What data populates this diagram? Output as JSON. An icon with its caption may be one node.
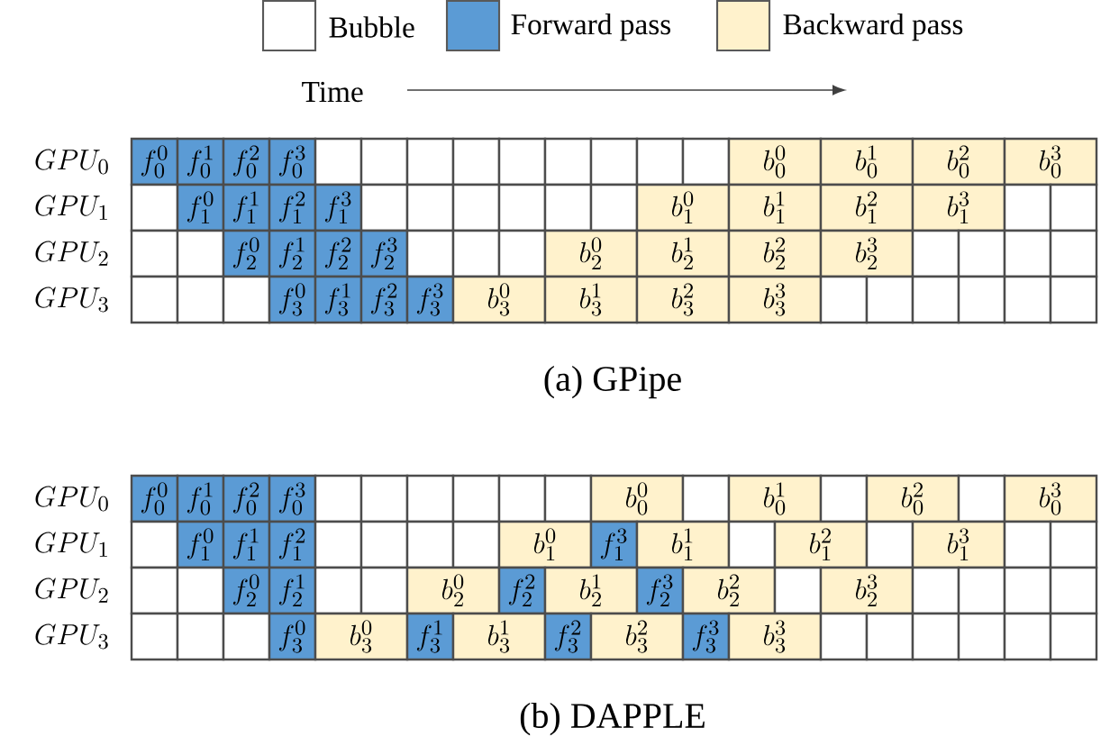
{
  "diagram": {
    "nodes": [
      {
        "text": [
          "f_0^0"
        ]
      },
      {
        "text": [
          "f_0^1"
        ]
      },
      {
        "text": [
          "f_0^2"
        ]
      },
      {
        "text": [
          "f_0^3"
        ]
      },
      {
        "text": [],
        "shape": "box"
      },
      {
        "text": [],
        "shape": "box"
      },
      {
        "text": [],
        "shape": "box"
      },
      {
        "text": [],
        "shape": "box"
      },
      {
        "text": [],
        "shape": "box"
      },
      {
        "text": [],
        "shape": "box"
      },
      {
        "text": [],
        "shape": "box"
      },
      {
        "text": [],
        "shape": "box"
      },
      {
        "text": [],
        "shape": "box"
      },
      {
        "text": [
          "b_0^0"
        ]
      },
      {
        "text": [
          "b_0^1"
        ]
      },
      {
        "text": [
          "b_0^2"
        ]
      },
      {
        "text": [
          "b_0^3"
        ]
      },
      {
        "text": [],
        "shape": "box"
      },
      {
        "text": [
          "f_1^0"
        ]
      },
      {
        "text": [
          "f_1^1"
        ]
      },
      {
        "text": [
          "f_1^2"
        ]
      },
      {
        "text": [
          "f_1^3"
        ]
      },
      {
        "text": [],
        "shape": "box"
      },
      {
        "text": [],
        "shape": "box"
      },
      {
        "text": [],
        "shape": "box"
      },
      {
        "text": [],
        "shape": "box"
      },
      {
        "text": [],
        "shape": "box"
      },
      {
        "text": [],
        "shape": "box"
      },
      {
        "text": [
          "b_1^0"
        ]
      },
      {
        "text": [
          "b_1^1"
        ]
      },
      {
        "text": [
          "b_1^2"
        ]
      },
      {
        "text": [
          "b_1^3"
        ]
      },
      {
        "text": [],
        "shape": "box"
      },
      {
        "text": [],
        "shape": "box"
      },
      {
        "text": [],
        "shape": "box"
      },
      {
        "text": [],
        "shape": "box"
      },
      {
        "text": [
          "f_2^0"
        ]
      },
      {
        "text": [
          "f_2^1"
        ]
      },
      {
        "text": [
          "f_2^2"
        ]
      },
      {
        "text": [
          "f_2^3"
        ]
      },
      {
        "text": [],
        "shape": "box"
      },
      {
        "text": [],
        "shape": "box"
      },
      {
        "text": [],
        "shape": "box"
      },
      {
        "text": [
          "b_2^0"
        ]
      },
      {
        "text": [
          "b_2^1"
        ]
      },
      {
        "text": [
          "b_2^2"
        ]
      },
      {
        "text": [
          "b_2^3"
        ]
      },
      {
        "text": [],
        "shape": "box"
      },
      {
        "text": [],
        "shape": "box"
      },
      {
        "text": [],
        "shape": "box"
      },
      {
        "text": [],
        "shape": "box"
      },
      {
        "text": [],
        "shape": "box"
      },
      {
        "text": [],
        "shape": "box"
      },
      {
        "text": [],
        "shape": "box"
      },
      {
        "text": [
          "f_3^0"
        ]
      },
      {
        "text": [
          "f_3^1"
        ]
      },
      {
        "text": [
          "f_3^2"
        ]
      },
      {
        "text": [
          "f_3^3"
        ]
      },
      {
        "text": [
          "b_3^0"
        ]
      },
      {
        "text": [
          "b_3^1"
        ]
      },
      {
        "text": [
          "b_3^2"
        ]
      },
      {
        "text": [
          "b_3^3"
        ]
      },
      {
        "text": [],
        "shape": "box"
      },
      {
        "text": [],
        "shape": "box"
      },
      {
        "text": [],
        "shape": "box"
      },
      {
        "text": [],
        "shape": "box"
      },
      {
        "text": [],
        "shape": "box"
      },
      {
        "text": [],
        "shape": "box"
      },
      {
        "text": [
          "f_0^0"
        ]
      },
      {
        "text": [
          "f_0^1"
        ]
      },
      {
        "text": [
          "f_0^2"
        ]
      },
      {
        "text": [
          "f_0^3"
        ]
      },
      {
        "text": [],
        "shape": "box"
      },
      {
        "text": [],
        "shape": "box"
      },
      {
        "text": [],
        "shape": "box"
      },
      {
        "text": [],
        "shape": "box"
      },
      {
        "text": [],
        "shape": "box"
      },
      {
        "text": [],
        "shape": "box"
      },
      {
        "text": [
          "b_0^0"
        ]
      },
      {
        "text": [],
        "shape": "box"
      },
      {
        "text": [
          "b_0^1"
        ]
      },
      {
        "text": [],
        "shape": "box"
      },
      {
        "text": [
          "b_0^2"
        ]
      },
      {
        "text": [],
        "shape": "box"
      },
      {
        "text": [
          "b_0^3"
        ]
      },
      {
        "text": [],
        "shape": "box"
      },
      {
        "text": [
          "f_1^0"
        ]
      },
      {
        "text": [
          "f_1^1"
        ]
      },
      {
        "text": [
          "f_1^2"
        ]
      },
      {
        "text": [],
        "shape": "box"
      },
      {
        "text": [],
        "shape": "box"
      },
      {
        "text": [],
        "shape": "box"
      },
      {
        "text": [],
        "shape": "box"
      },
      {
        "text": [
          "b_1^0"
        ]
      },
      {
        "text": [
          "f_1^3"
        ]
      },
      {
        "text": [
          "b_1^1"
        ]
      },
      {
        "text": [],
        "shape": "box"
      },
      {
        "text": [
          "b_1^2"
        ]
      },
      {
        "text": [],
        "shape": "box"
      },
      {
        "text": [
          "b_1^3"
        ]
      },
      {
        "text": [],
        "shape": "box"
      },
      {
        "text": [],
        "shape": "box"
      },
      {
        "text": [],
        "shape": "box"
      },
      {
        "text": [],
        "shape": "box"
      },
      {
        "text": [
          "f_2^0"
        ]
      },
      {
        "text": [
          "f_2^1"
        ]
      },
      {
        "text": [],
        "shape": "box"
      },
      {
        "text": [],
        "shape": "box"
      },
      {
        "text": [
          "b_2^0"
        ]
      },
      {
        "text": [
          "f_2^2"
        ]
      },
      {
        "text": [
          "b_2^1"
        ]
      },
      {
        "text": [
          "f_2^3"
        ]
      },
      {
        "text": [
          "b_2^2"
        ]
      },
      {
        "text": [],
        "shape": "box"
      },
      {
        "text": [
          "b_2^3"
        ]
      },
      {
        "text": [],
        "shape": "box"
      },
      {
        "text": [],
        "shape": "box"
      },
      {
        "text": [],
        "shape": "box"
      },
      {
        "text": [],
        "shape": "box"
      },
      {
        "text": [],
        "shape": "box"
      },
      {
        "text": [],
        "shape": "box"
      },
      {
        "text": [],
        "shape": "box"
      },
      {
        "text": [
          "f_3^0"
        ]
      },
      {
        "text": [
          "b_3^0"
        ]
      },
      {
        "text": [
          "f_3^1"
        ]
      },
      {
        "text": [
          "b_3^1"
        ]
      },
      {
        "text": [
          "f_3^2"
        ]
      },
      {
        "text": [
          "b_3^2"
        ]
      },
      {
        "text": [
          "f_3^3"
        ]
      },
      {
        "text": [
          "b_3^3"
        ]
      },
      {
        "text": [],
        "shape": "box"
      },
      {
        "text": [],
        "shape": "box"
      },
      {
        "text": [],
        "shape": "box"
      },
      {
        "text": [],
        "shape": "box"
      },
      {
        "text": [],
        "shape": "box"
      },
      {
        "text": [],
        "shape": "box"
      }
    ],
    "labels": [
      "Time",
      "GPU_0",
      "GPU_1",
      "GPU_2",
      "GPU_3",
      "(a) GPipe",
      "GPU_0",
      "GPU_1",
      "GPU_2",
      "GPU_3",
      "(b) DAPPLE"
    ],
    "legend": [
      {
        "text": "Bubble",
        "color": "#ffffff"
      },
      {
        "text": "Forward pass",
        "color": "#5b9bd5"
      },
      {
        "text": "Backward pass",
        "color": "#fff2cc"
      }
    ]
  }
}
